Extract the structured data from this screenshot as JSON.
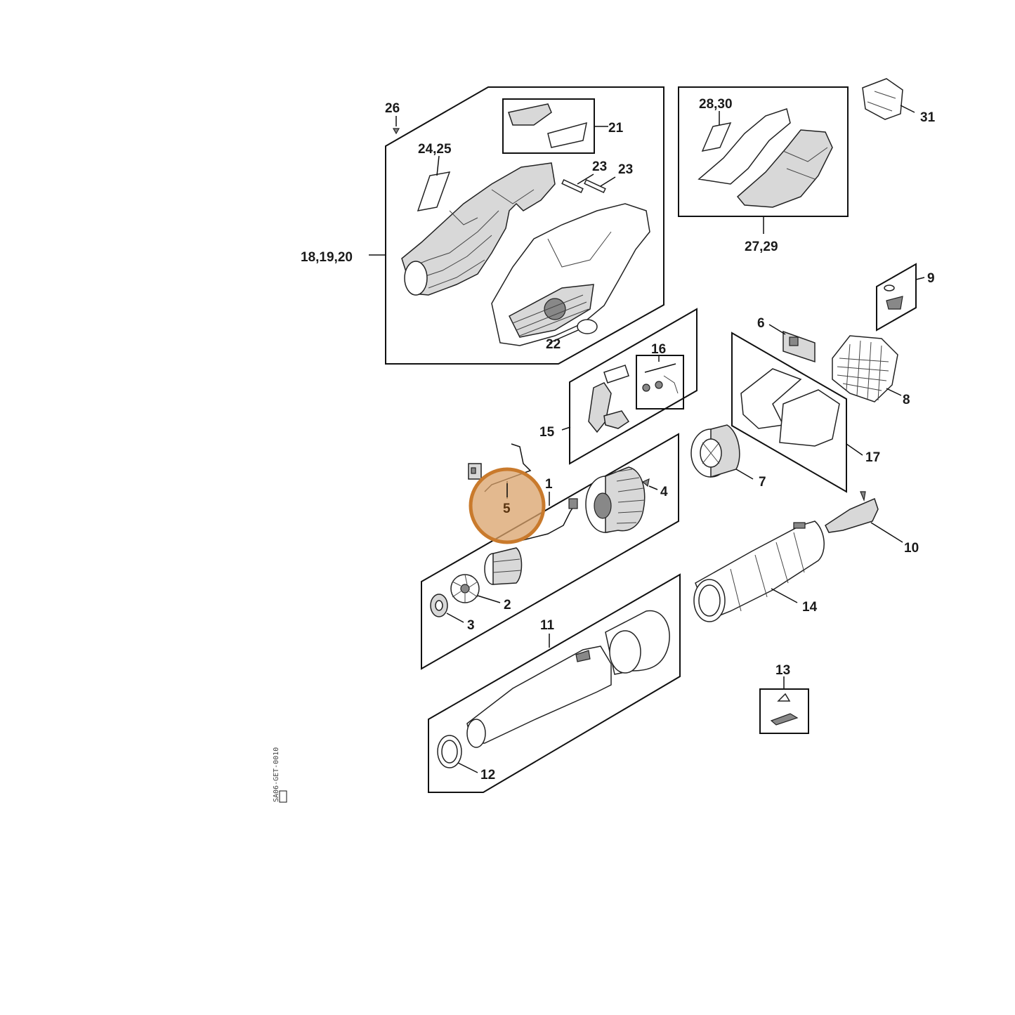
{
  "callouts": {
    "c1": "1",
    "c2": "2",
    "c3": "3",
    "c4": "4",
    "c5": "5",
    "c6": "6",
    "c7": "7",
    "c8": "8",
    "c9": "9",
    "c10": "10",
    "c11": "11",
    "c12": "12",
    "c13": "13",
    "c14": "14",
    "c15": "15",
    "c16": "16",
    "c17": "17",
    "c18": "18,19,20",
    "c21": "21",
    "c22": "22",
    "c23a": "23",
    "c23b": "23",
    "c24": "24,25",
    "c26": "26",
    "c27": "27,29",
    "c28": "28,30",
    "c31": "31"
  },
  "highlight": {
    "label": "5",
    "color": "#c97a2c"
  },
  "doc_ref": "SA06-GET-0010"
}
